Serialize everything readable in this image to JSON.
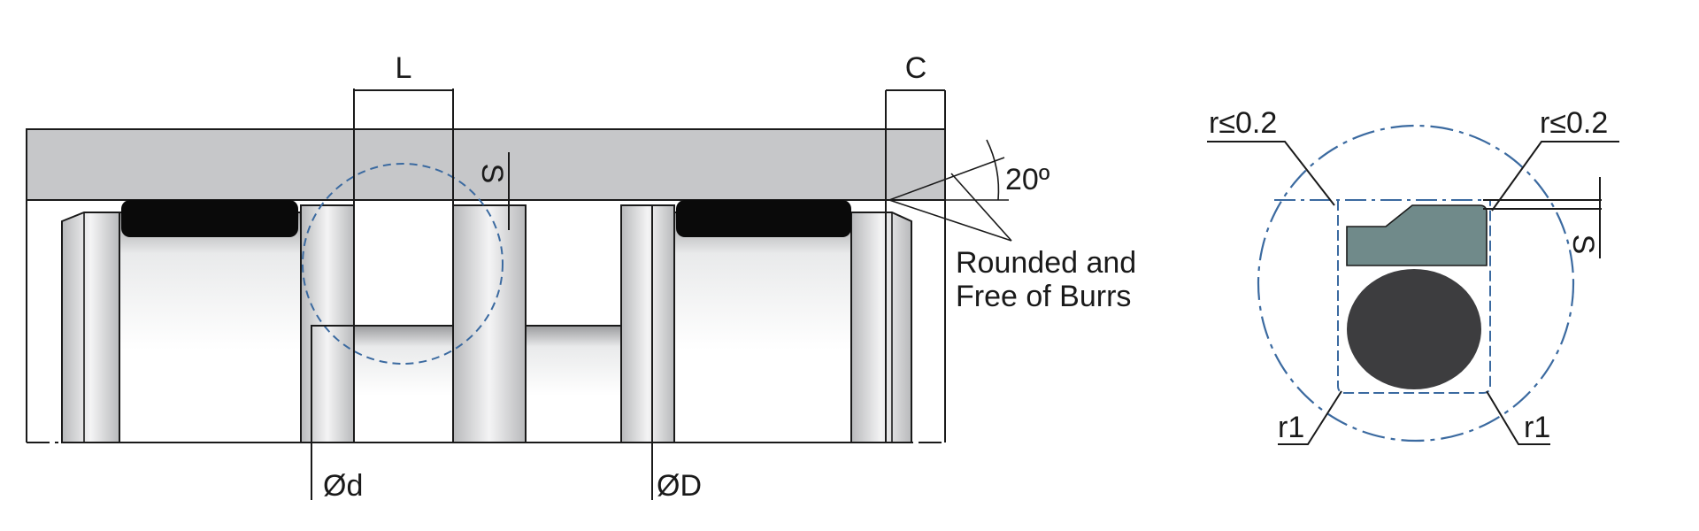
{
  "labels": {
    "groove_width": "L",
    "chamfer_length": "C",
    "gap": "S",
    "angle": "20º",
    "note_line1": "Rounded and",
    "note_line2": "Free of Burrs",
    "bore_diameter": "Ød",
    "outer_diameter": "ØD",
    "radius_top_left": "r≤0.2",
    "radius_top_right": "r≤0.2",
    "detail_gap": "S",
    "radius_bottom_left": "r1",
    "radius_bottom_right": "r1"
  },
  "colors": {
    "housing": "#c6c7c9",
    "seal_black": "#0a0a0a",
    "detail_ring": "#708a8a",
    "detail_oring": "#3d3d3f",
    "detail_circle": "#3b6aa0"
  }
}
